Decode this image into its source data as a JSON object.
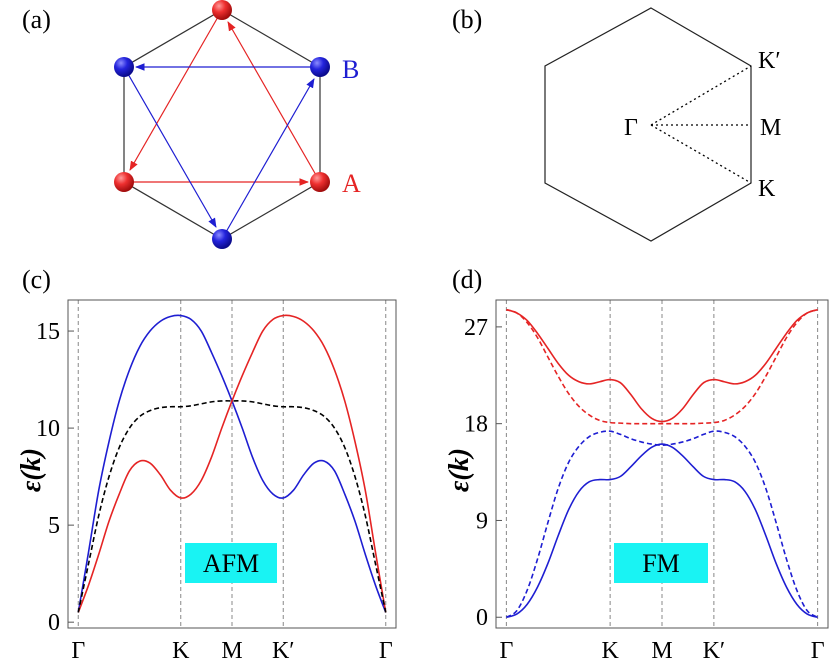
{
  "colors": {
    "red": "#e52424",
    "blue": "#1e1ed2",
    "black": "#000000",
    "grid": "#888888",
    "badge": "#19f3f3"
  },
  "panel_a": {
    "tag": "(a)",
    "label_b": "B",
    "label_a": "A"
  },
  "panel_b": {
    "tag": "(b)",
    "points": [
      "Γ",
      "M",
      "K′",
      "K"
    ]
  },
  "chart_data": [
    {
      "type": "line",
      "panel": "(c)",
      "badge": "AFM",
      "ylabel": "ε(k)",
      "ylim": [
        -0.3,
        16.6
      ],
      "yticks": [
        0,
        5,
        10,
        15
      ],
      "xticks": [
        {
          "label": "Γ",
          "x": 0
        },
        {
          "label": "K",
          "x": 1
        },
        {
          "label": "M",
          "x": 1.5
        },
        {
          "label": "K′",
          "x": 2
        },
        {
          "label": "Γ",
          "x": 3
        }
      ],
      "xlim": [
        -0.1,
        3.1
      ],
      "grid": "vertical dashed at high-symmetry points",
      "series": [
        {
          "style": "solid",
          "color": "blue",
          "x": [
            0,
            0.1,
            0.2,
            0.3,
            0.4,
            0.5,
            0.6,
            0.7,
            0.8,
            0.9,
            1.0,
            1.1,
            1.2,
            1.3,
            1.4,
            1.5,
            1.6,
            1.7,
            1.8,
            1.9,
            2.0,
            2.1,
            2.2,
            2.3,
            2.4,
            2.5,
            2.6,
            2.7,
            2.8,
            2.9,
            3.0
          ],
          "y": [
            0.5,
            3.6,
            6.8,
            9.3,
            11.4,
            13.0,
            14.2,
            15.0,
            15.5,
            15.75,
            15.8,
            15.6,
            15.0,
            13.9,
            12.7,
            11.4,
            10.0,
            8.5,
            7.3,
            6.6,
            6.4,
            6.8,
            7.6,
            8.2,
            8.3,
            7.8,
            6.6,
            5.2,
            3.5,
            1.9,
            0.5
          ]
        },
        {
          "style": "solid",
          "color": "red",
          "x": [
            0,
            0.1,
            0.2,
            0.3,
            0.4,
            0.5,
            0.6,
            0.7,
            0.8,
            0.9,
            1.0,
            1.1,
            1.2,
            1.3,
            1.4,
            1.5,
            1.6,
            1.7,
            1.8,
            1.9,
            2.0,
            2.1,
            2.2,
            2.3,
            2.4,
            2.5,
            2.6,
            2.7,
            2.8,
            2.9,
            3.0
          ],
          "y": [
            0.5,
            1.9,
            3.5,
            5.2,
            6.6,
            7.8,
            8.3,
            8.2,
            7.6,
            6.8,
            6.4,
            6.6,
            7.3,
            8.5,
            10.0,
            11.4,
            12.7,
            13.9,
            15.0,
            15.6,
            15.8,
            15.75,
            15.5,
            15.0,
            14.2,
            13.0,
            11.4,
            9.3,
            6.8,
            3.6,
            0.5
          ]
        },
        {
          "style": "dashed",
          "color": "black",
          "x": [
            0,
            0.1,
            0.2,
            0.3,
            0.4,
            0.5,
            0.6,
            0.7,
            0.8,
            0.9,
            1.0,
            1.1,
            1.2,
            1.3,
            1.4,
            1.5,
            1.6,
            1.7,
            1.8,
            1.9,
            2.0,
            2.1,
            2.2,
            2.3,
            2.4,
            2.5,
            2.6,
            2.7,
            2.8,
            2.9,
            3.0
          ],
          "y": [
            0.5,
            3.0,
            5.5,
            7.5,
            9.0,
            10.0,
            10.6,
            10.9,
            11.05,
            11.1,
            11.1,
            11.15,
            11.25,
            11.35,
            11.4,
            11.4,
            11.4,
            11.35,
            11.25,
            11.15,
            11.1,
            11.1,
            11.05,
            10.9,
            10.6,
            10.0,
            9.0,
            7.5,
            5.5,
            3.0,
            0.5
          ]
        }
      ]
    },
    {
      "type": "line",
      "panel": "(d)",
      "badge": "FM",
      "ylabel": "ε(k)",
      "ylim": [
        -1,
        29.5
      ],
      "yticks": [
        0,
        9,
        18,
        27
      ],
      "xticks": [
        {
          "label": "Γ",
          "x": 0
        },
        {
          "label": "K",
          "x": 1
        },
        {
          "label": "M",
          "x": 1.5
        },
        {
          "label": "K′",
          "x": 2
        },
        {
          "label": "Γ",
          "x": 3
        }
      ],
      "xlim": [
        -0.1,
        3.1
      ],
      "grid": "vertical dashed at high-symmetry points",
      "series": [
        {
          "style": "solid",
          "color": "red",
          "x": [
            0,
            0.1,
            0.2,
            0.3,
            0.4,
            0.5,
            0.6,
            0.7,
            0.8,
            0.9,
            1.0,
            1.1,
            1.2,
            1.3,
            1.4,
            1.5,
            1.6,
            1.7,
            1.8,
            1.9,
            2.0,
            2.1,
            2.2,
            2.3,
            2.4,
            2.5,
            2.6,
            2.7,
            2.8,
            2.9,
            3.0
          ],
          "y": [
            28.6,
            28.3,
            27.6,
            26.4,
            25.0,
            23.6,
            22.5,
            21.9,
            21.7,
            21.9,
            22.1,
            21.8,
            20.7,
            19.4,
            18.5,
            18.2,
            18.5,
            19.4,
            20.7,
            21.8,
            22.1,
            21.9,
            21.7,
            21.9,
            22.5,
            23.6,
            25.0,
            26.4,
            27.6,
            28.3,
            28.6
          ]
        },
        {
          "style": "solid",
          "color": "blue",
          "x": [
            0,
            0.1,
            0.2,
            0.3,
            0.4,
            0.5,
            0.6,
            0.7,
            0.8,
            0.9,
            1.0,
            1.1,
            1.2,
            1.3,
            1.4,
            1.5,
            1.6,
            1.7,
            1.8,
            1.9,
            2.0,
            2.1,
            2.2,
            2.3,
            2.4,
            2.5,
            2.6,
            2.7,
            2.8,
            2.9,
            3.0
          ],
          "y": [
            0.0,
            0.3,
            1.2,
            2.8,
            5.0,
            7.6,
            10.0,
            11.7,
            12.6,
            12.8,
            12.8,
            13.1,
            14.0,
            15.0,
            15.8,
            16.1,
            15.8,
            15.0,
            14.0,
            13.1,
            12.8,
            12.8,
            12.6,
            11.7,
            10.0,
            7.6,
            5.0,
            2.8,
            1.2,
            0.3,
            0.0
          ]
        },
        {
          "style": "dashed",
          "color": "red",
          "x": [
            0,
            0.1,
            0.2,
            0.3,
            0.4,
            0.5,
            0.6,
            0.7,
            0.8,
            0.9,
            1.0,
            1.1,
            1.2,
            1.3,
            1.4,
            1.5,
            1.6,
            1.7,
            1.8,
            1.9,
            2.0,
            2.1,
            2.2,
            2.3,
            2.4,
            2.5,
            2.6,
            2.7,
            2.8,
            2.9,
            3.0
          ],
          "y": [
            28.6,
            28.3,
            27.4,
            26.0,
            24.2,
            22.4,
            20.8,
            19.6,
            18.8,
            18.3,
            18.1,
            18.05,
            18.0,
            18.0,
            18.0,
            18.0,
            18.0,
            18.0,
            18.0,
            18.05,
            18.1,
            18.3,
            18.8,
            19.6,
            20.8,
            22.4,
            24.2,
            26.0,
            27.4,
            28.3,
            28.6
          ]
        },
        {
          "style": "dashed",
          "color": "blue",
          "x": [
            0,
            0.1,
            0.2,
            0.3,
            0.4,
            0.5,
            0.6,
            0.7,
            0.8,
            0.9,
            1.0,
            1.1,
            1.2,
            1.3,
            1.4,
            1.5,
            1.6,
            1.7,
            1.8,
            1.9,
            2.0,
            2.1,
            2.2,
            2.3,
            2.4,
            2.5,
            2.6,
            2.7,
            2.8,
            2.9,
            3.0
          ],
          "y": [
            0.0,
            0.6,
            2.5,
            5.4,
            8.8,
            12.0,
            14.4,
            15.9,
            16.8,
            17.2,
            17.3,
            17.0,
            16.6,
            16.3,
            16.1,
            16.0,
            16.1,
            16.3,
            16.6,
            17.0,
            17.3,
            17.2,
            16.8,
            15.9,
            14.4,
            12.0,
            8.8,
            5.4,
            2.5,
            0.6,
            0.0
          ]
        }
      ]
    }
  ]
}
